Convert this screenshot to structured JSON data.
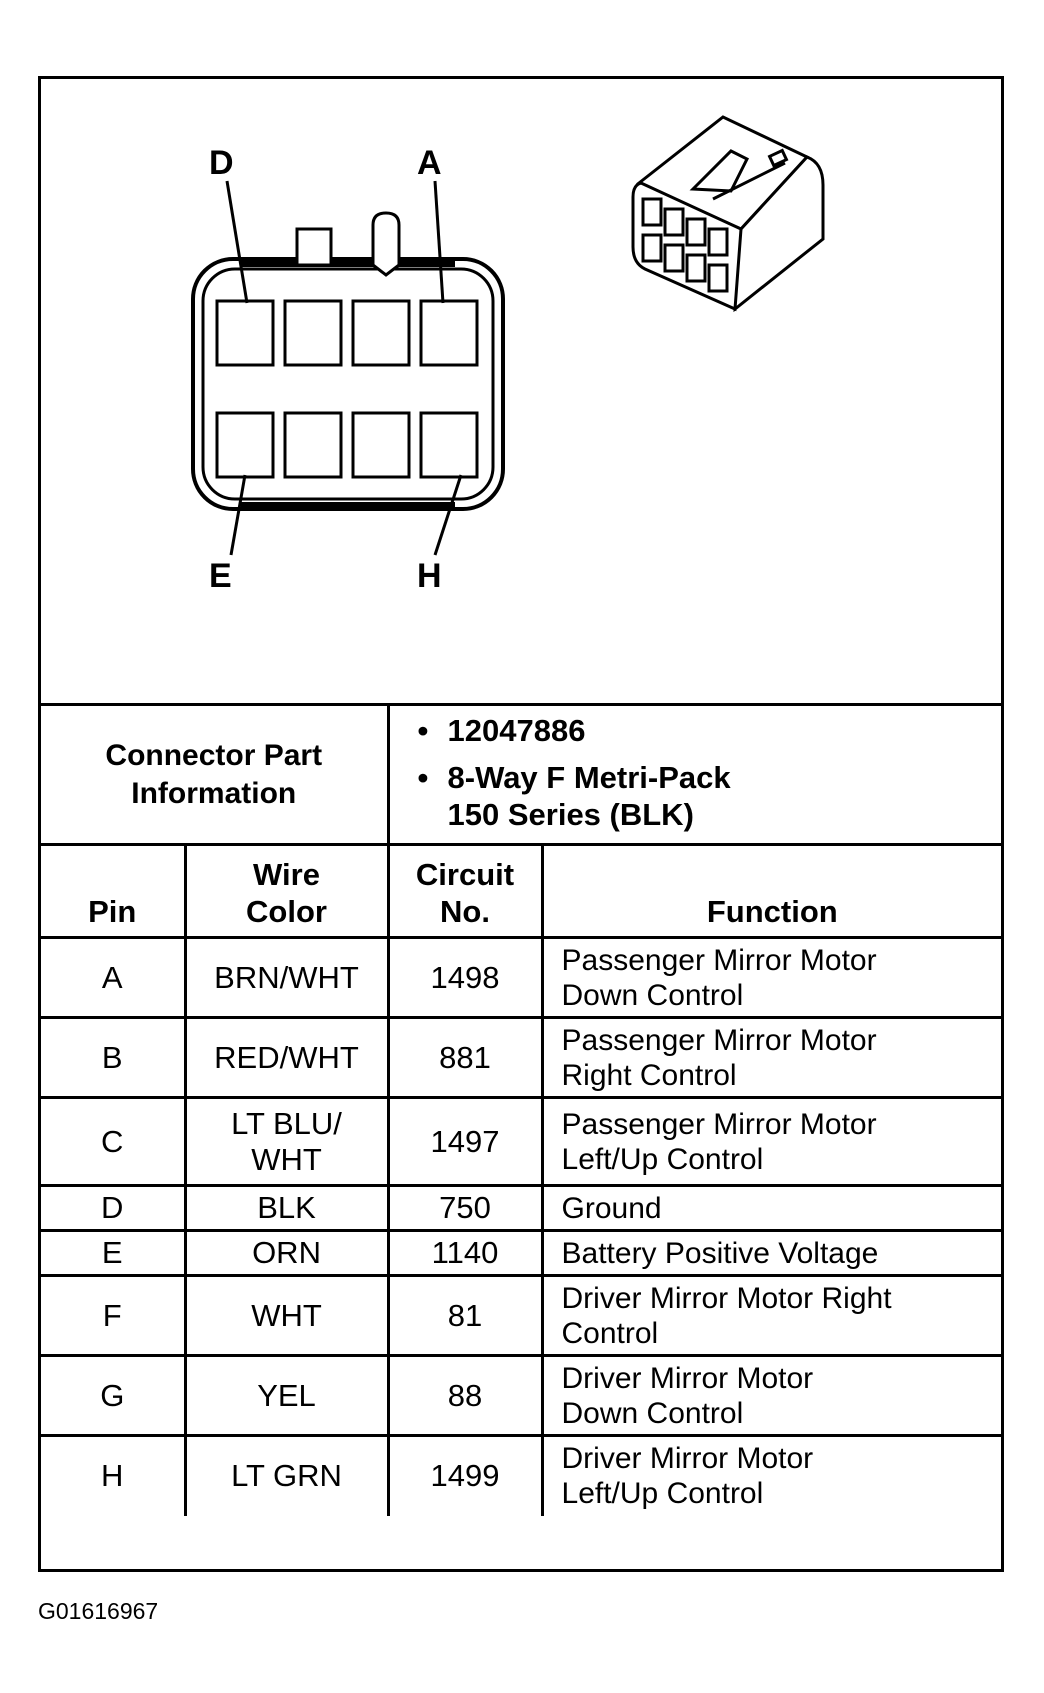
{
  "diagram": {
    "pin_labels": {
      "top_left": "D",
      "top_right": "A",
      "bottom_left": "E",
      "bottom_right": "H"
    }
  },
  "connector_info": {
    "label_line1": "Connector Part",
    "label_line2": "Information",
    "part_number": "12047886",
    "description_line1": "8-Way F Metri-Pack",
    "description_line2": "150 Series (BLK)"
  },
  "table": {
    "headers": {
      "pin": "Pin",
      "wire_color_line1": "Wire",
      "wire_color_line2": "Color",
      "circuit_line1": "Circuit",
      "circuit_line2": "No.",
      "function": "Function"
    },
    "rows": [
      {
        "pin": "A",
        "wire": "BRN/WHT",
        "wire2": "",
        "circuit": "1498",
        "func1": "Passenger Mirror Motor",
        "func2": "Down Control"
      },
      {
        "pin": "B",
        "wire": "RED/WHT",
        "wire2": "",
        "circuit": "881",
        "func1": "Passenger Mirror Motor",
        "func2": "Right Control"
      },
      {
        "pin": "C",
        "wire": "LT BLU/",
        "wire2": "WHT",
        "circuit": "1497",
        "func1": "Passenger Mirror Motor",
        "func2": "Left/Up Control"
      },
      {
        "pin": "D",
        "wire": "BLK",
        "wire2": "",
        "circuit": "750",
        "func1": "Ground",
        "func2": ""
      },
      {
        "pin": "E",
        "wire": "ORN",
        "wire2": "",
        "circuit": "1140",
        "func1": "Battery Positive Voltage",
        "func2": ""
      },
      {
        "pin": "F",
        "wire": "WHT",
        "wire2": "",
        "circuit": "81",
        "func1": "Driver Mirror Motor Right",
        "func2": "Control"
      },
      {
        "pin": "G",
        "wire": "YEL",
        "wire2": "",
        "circuit": "88",
        "func1": "Driver Mirror Motor",
        "func2": "Down Control"
      },
      {
        "pin": "H",
        "wire": "LT GRN",
        "wire2": "",
        "circuit": "1499",
        "func1": "Driver Mirror Motor",
        "func2": "Left/Up Control"
      }
    ]
  },
  "figure_id": "G01616967"
}
